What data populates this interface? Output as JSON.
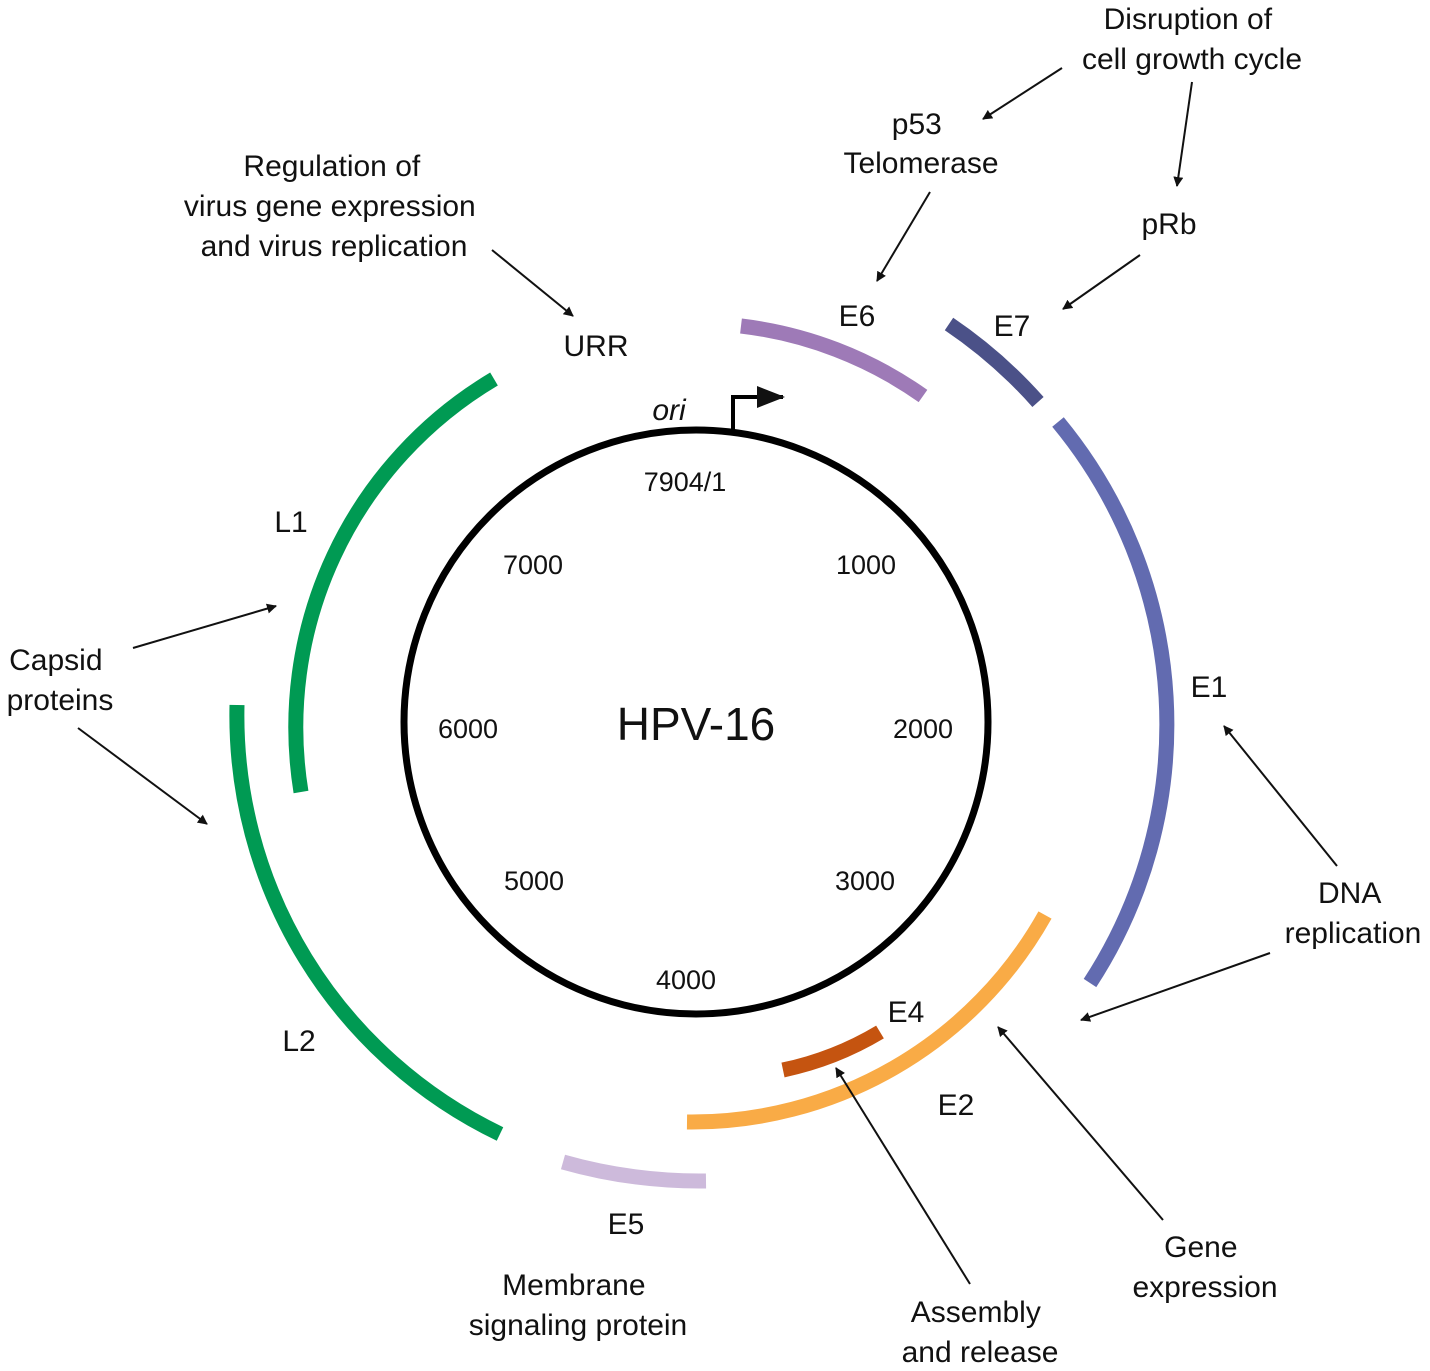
{
  "genome": {
    "name": "HPV-16",
    "ori_label": "ori",
    "positions": [
      "7904/1",
      "1000",
      "2000",
      "3000",
      "4000",
      "5000",
      "6000",
      "7000"
    ]
  },
  "genes": {
    "urr": {
      "label": "URR"
    },
    "e6": {
      "label": "E6",
      "color": "#9e7ab7"
    },
    "e7": {
      "label": "E7",
      "color": "#4b5188"
    },
    "e1": {
      "label": "E1",
      "color": "#626bb0"
    },
    "e2": {
      "label": "E2",
      "color": "#f9ab46"
    },
    "e4": {
      "label": "E4",
      "color": "#c55410"
    },
    "e5": {
      "label": "E5",
      "color": "#cdbadb"
    },
    "l1": {
      "label": "L1",
      "color": "#009a53"
    },
    "l2": {
      "label": "L2",
      "color": "#009a53"
    }
  },
  "functions": {
    "regulation": [
      "Regulation of",
      "virus gene expression",
      "and virus replication"
    ],
    "disruption": [
      "Disruption of",
      "cell growth cycle"
    ],
    "p53": [
      "p53",
      "Telomerase"
    ],
    "prb": "pRb",
    "capsid": [
      "Capsid",
      "proteins"
    ],
    "dna_replication": [
      "DNA",
      "replication"
    ],
    "gene_expression": [
      "Gene",
      "expression"
    ],
    "assembly": [
      "Assembly",
      "and release"
    ],
    "membrane": [
      "Membrane",
      "signaling protein"
    ]
  }
}
